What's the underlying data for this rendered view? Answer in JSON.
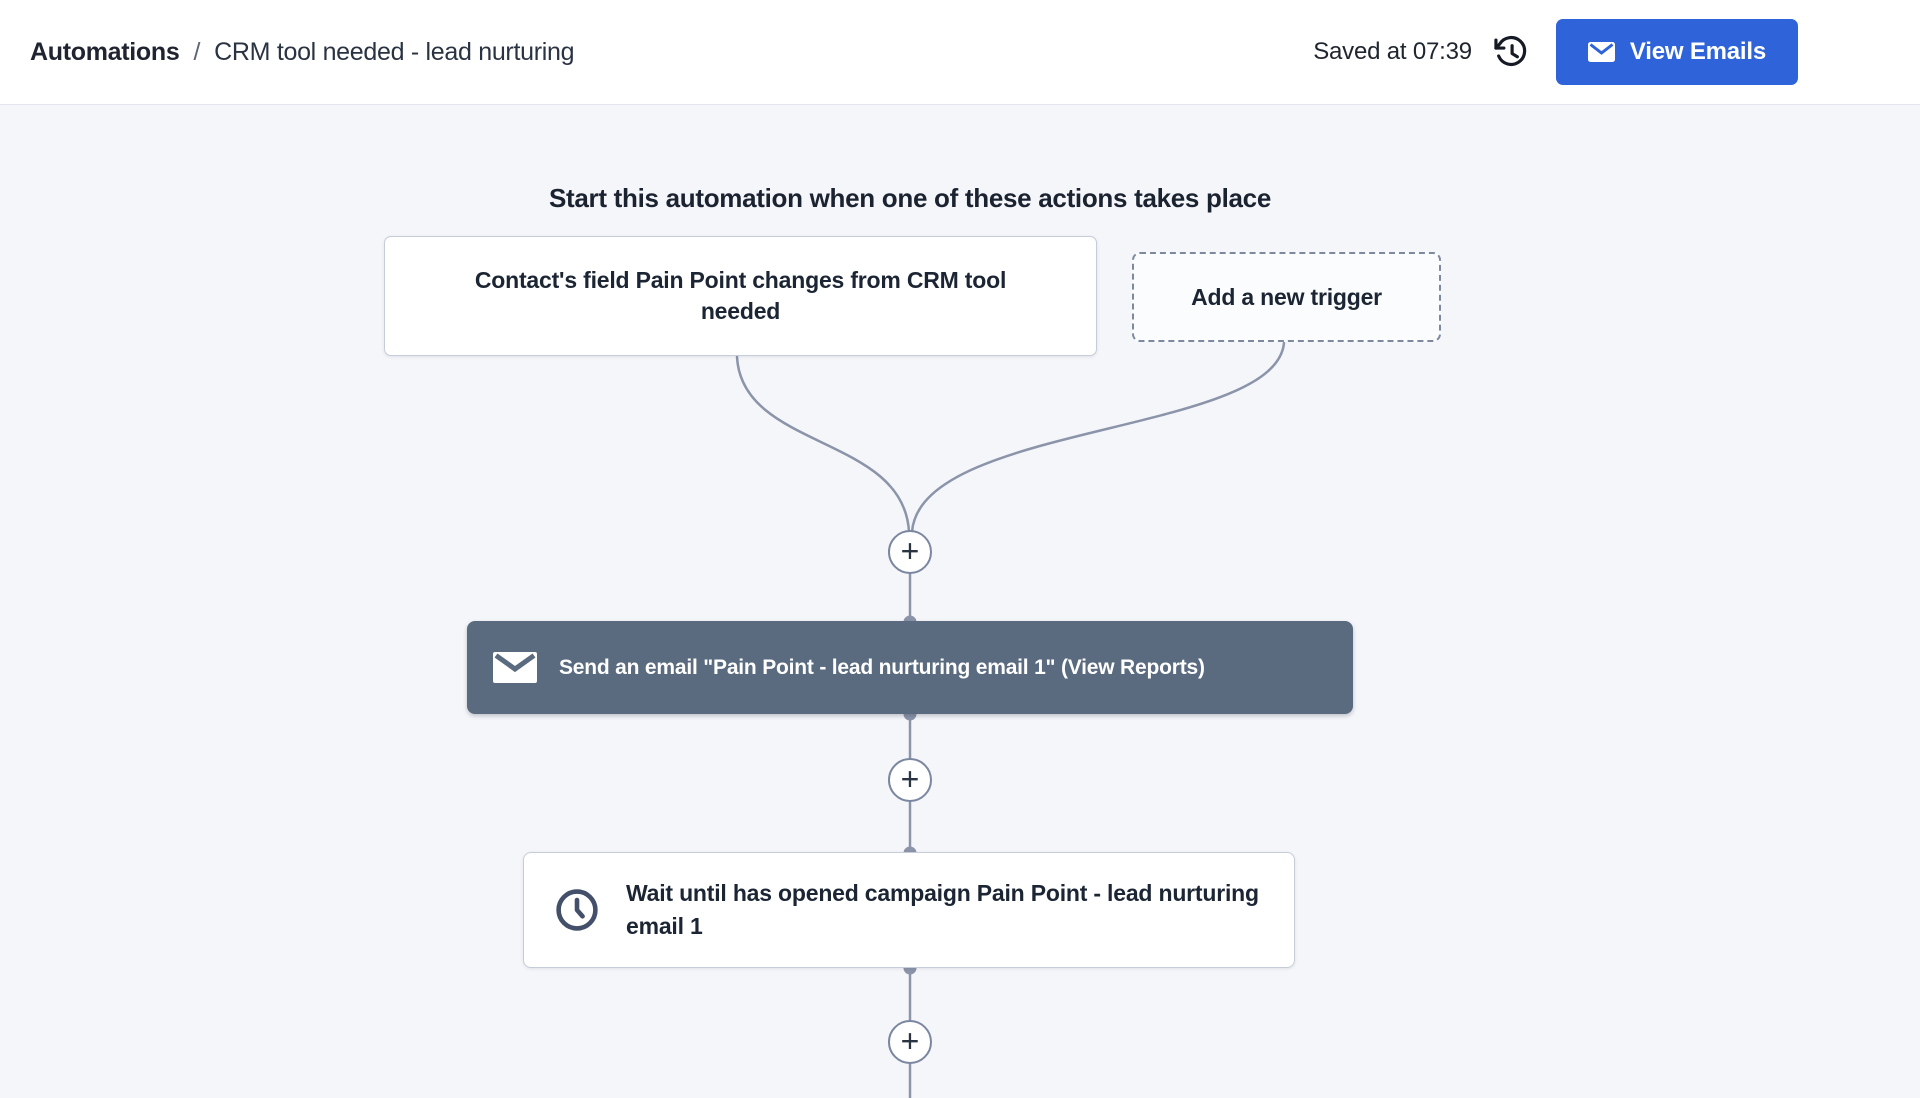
{
  "header": {
    "breadcrumb": {
      "root": "Automations",
      "separator": "/",
      "current": "CRM tool needed - lead nurturing"
    },
    "saved_status": "Saved at 07:39",
    "view_emails_label": "View Emails"
  },
  "canvas": {
    "heading": "Start this automation when one of these actions takes place",
    "trigger_node_label": "Contact's field Pain Point changes from CRM tool needed",
    "add_trigger_label": "Add a new trigger",
    "email_node_label": "Send an email \"Pain Point - lead nurturing email 1\" (View Reports)",
    "wait_node_label": "Wait until has opened campaign Pain Point - lead nurturing email 1",
    "plus_symbol": "+"
  },
  "icons": {
    "history": "history-clock-icon",
    "button_mail": "mail-icon",
    "node_mail": "mail-icon",
    "wait_clock": "clock-icon"
  },
  "colors": {
    "accent_blue": "#2e63d9",
    "email_node_bg": "#5a6a7f",
    "connector_line": "#8b94a9",
    "canvas_bg": "#f5f6fa",
    "node_border": "#c7cdd8",
    "text_dark": "#1c2533"
  }
}
